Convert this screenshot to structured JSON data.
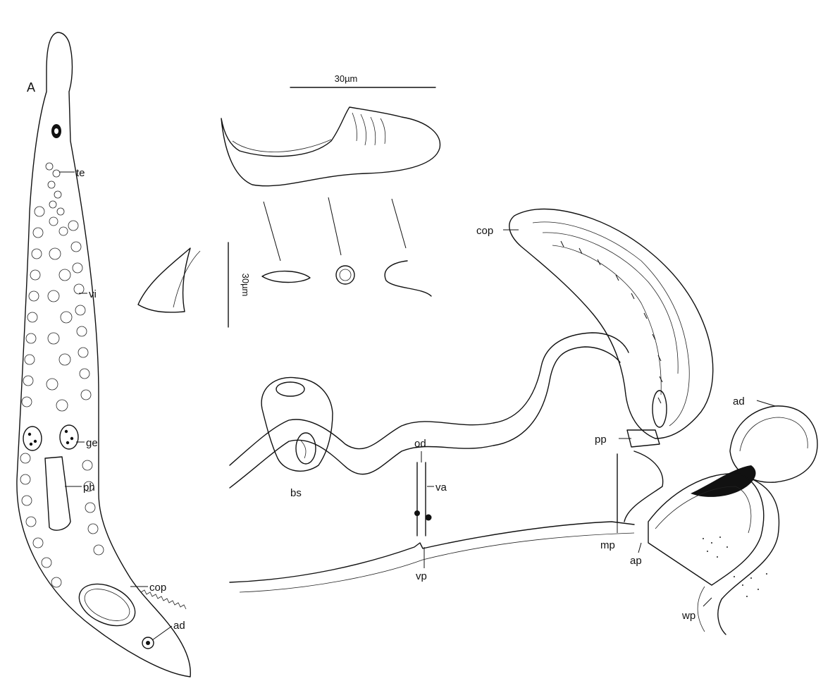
{
  "figure": {
    "panel_letter": "A",
    "scale_bar_top": "30µm",
    "scale_bar_side": "30µm",
    "labels": {
      "te": "te",
      "vi": "vi",
      "ge": "ge",
      "ph": "ph",
      "cop_whole": "cop",
      "ad_whole": "ad",
      "cop_section": "cop",
      "ad_section": "ad",
      "od": "od",
      "va": "va",
      "bs": "bs",
      "pp": "pp",
      "mp": "mp",
      "vp": "vp",
      "ap": "ap",
      "wp": "wp"
    }
  }
}
